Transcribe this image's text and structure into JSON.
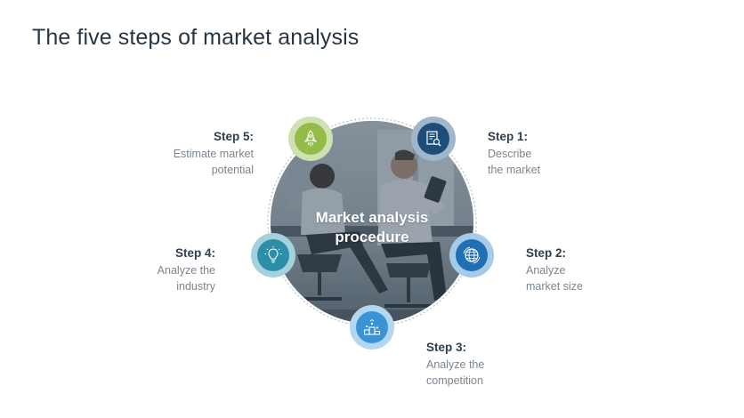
{
  "title": "The five steps of market analysis",
  "center": {
    "line1": "Market analysis",
    "line2": "procedure"
  },
  "steps": [
    {
      "title": "Step 1:",
      "lines": [
        "Describe",
        "the market"
      ],
      "icon": "document-search-icon",
      "color": "#1e4d78"
    },
    {
      "title": "Step 2:",
      "lines": [
        "Analyze",
        "market size"
      ],
      "icon": "globe-icon",
      "color": "#1f6fb2"
    },
    {
      "title": "Step 3:",
      "lines": [
        "Analyze the",
        "competition"
      ],
      "icon": "podium-icon",
      "color": "#3a93d6"
    },
    {
      "title": "Step 4:",
      "lines": [
        "Analyze the",
        "industry"
      ],
      "icon": "lightbulb-icon",
      "color": "#2c8fa9"
    },
    {
      "title": "Step 5:",
      "lines": [
        "Estimate market",
        "potential"
      ],
      "icon": "rocket-icon",
      "color": "#95bb4a"
    }
  ]
}
